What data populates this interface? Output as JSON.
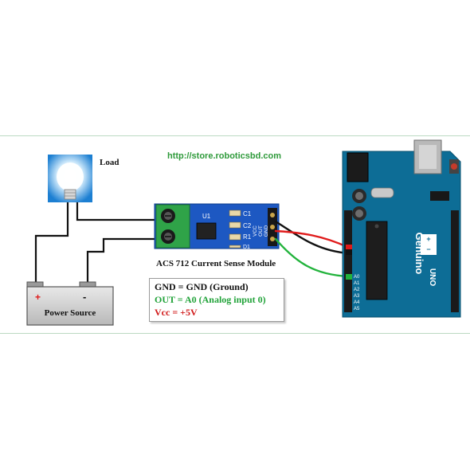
{
  "url": "http://store.roboticsbd.com",
  "load_label": "Load",
  "power_source": {
    "label": "Power Source",
    "plus": "+",
    "minus": "-"
  },
  "module": {
    "caption": "ACS 712 Current Sense Module",
    "chip_label": "U1",
    "labels": [
      "C1",
      "C2",
      "R1",
      "D1"
    ],
    "pins": [
      "VCC",
      "OUT",
      "GND"
    ]
  },
  "legend": {
    "gnd": "GND = GND (Ground)",
    "out": "OUT = A0 (Analog input 0)",
    "vcc": "Vcc = +5V"
  },
  "board": {
    "brand": "Genuino",
    "model": "UNO",
    "analog_pins": [
      "A0",
      "A1",
      "A2",
      "A3",
      "A4",
      "A5"
    ]
  },
  "colors": {
    "board_blue": "#0d6d96",
    "module_blue": "#1d58c2",
    "terminal_green": "#2fa348",
    "wire_red": "#e01a1a",
    "wire_green": "#22b33c",
    "wire_black": "#111111"
  }
}
